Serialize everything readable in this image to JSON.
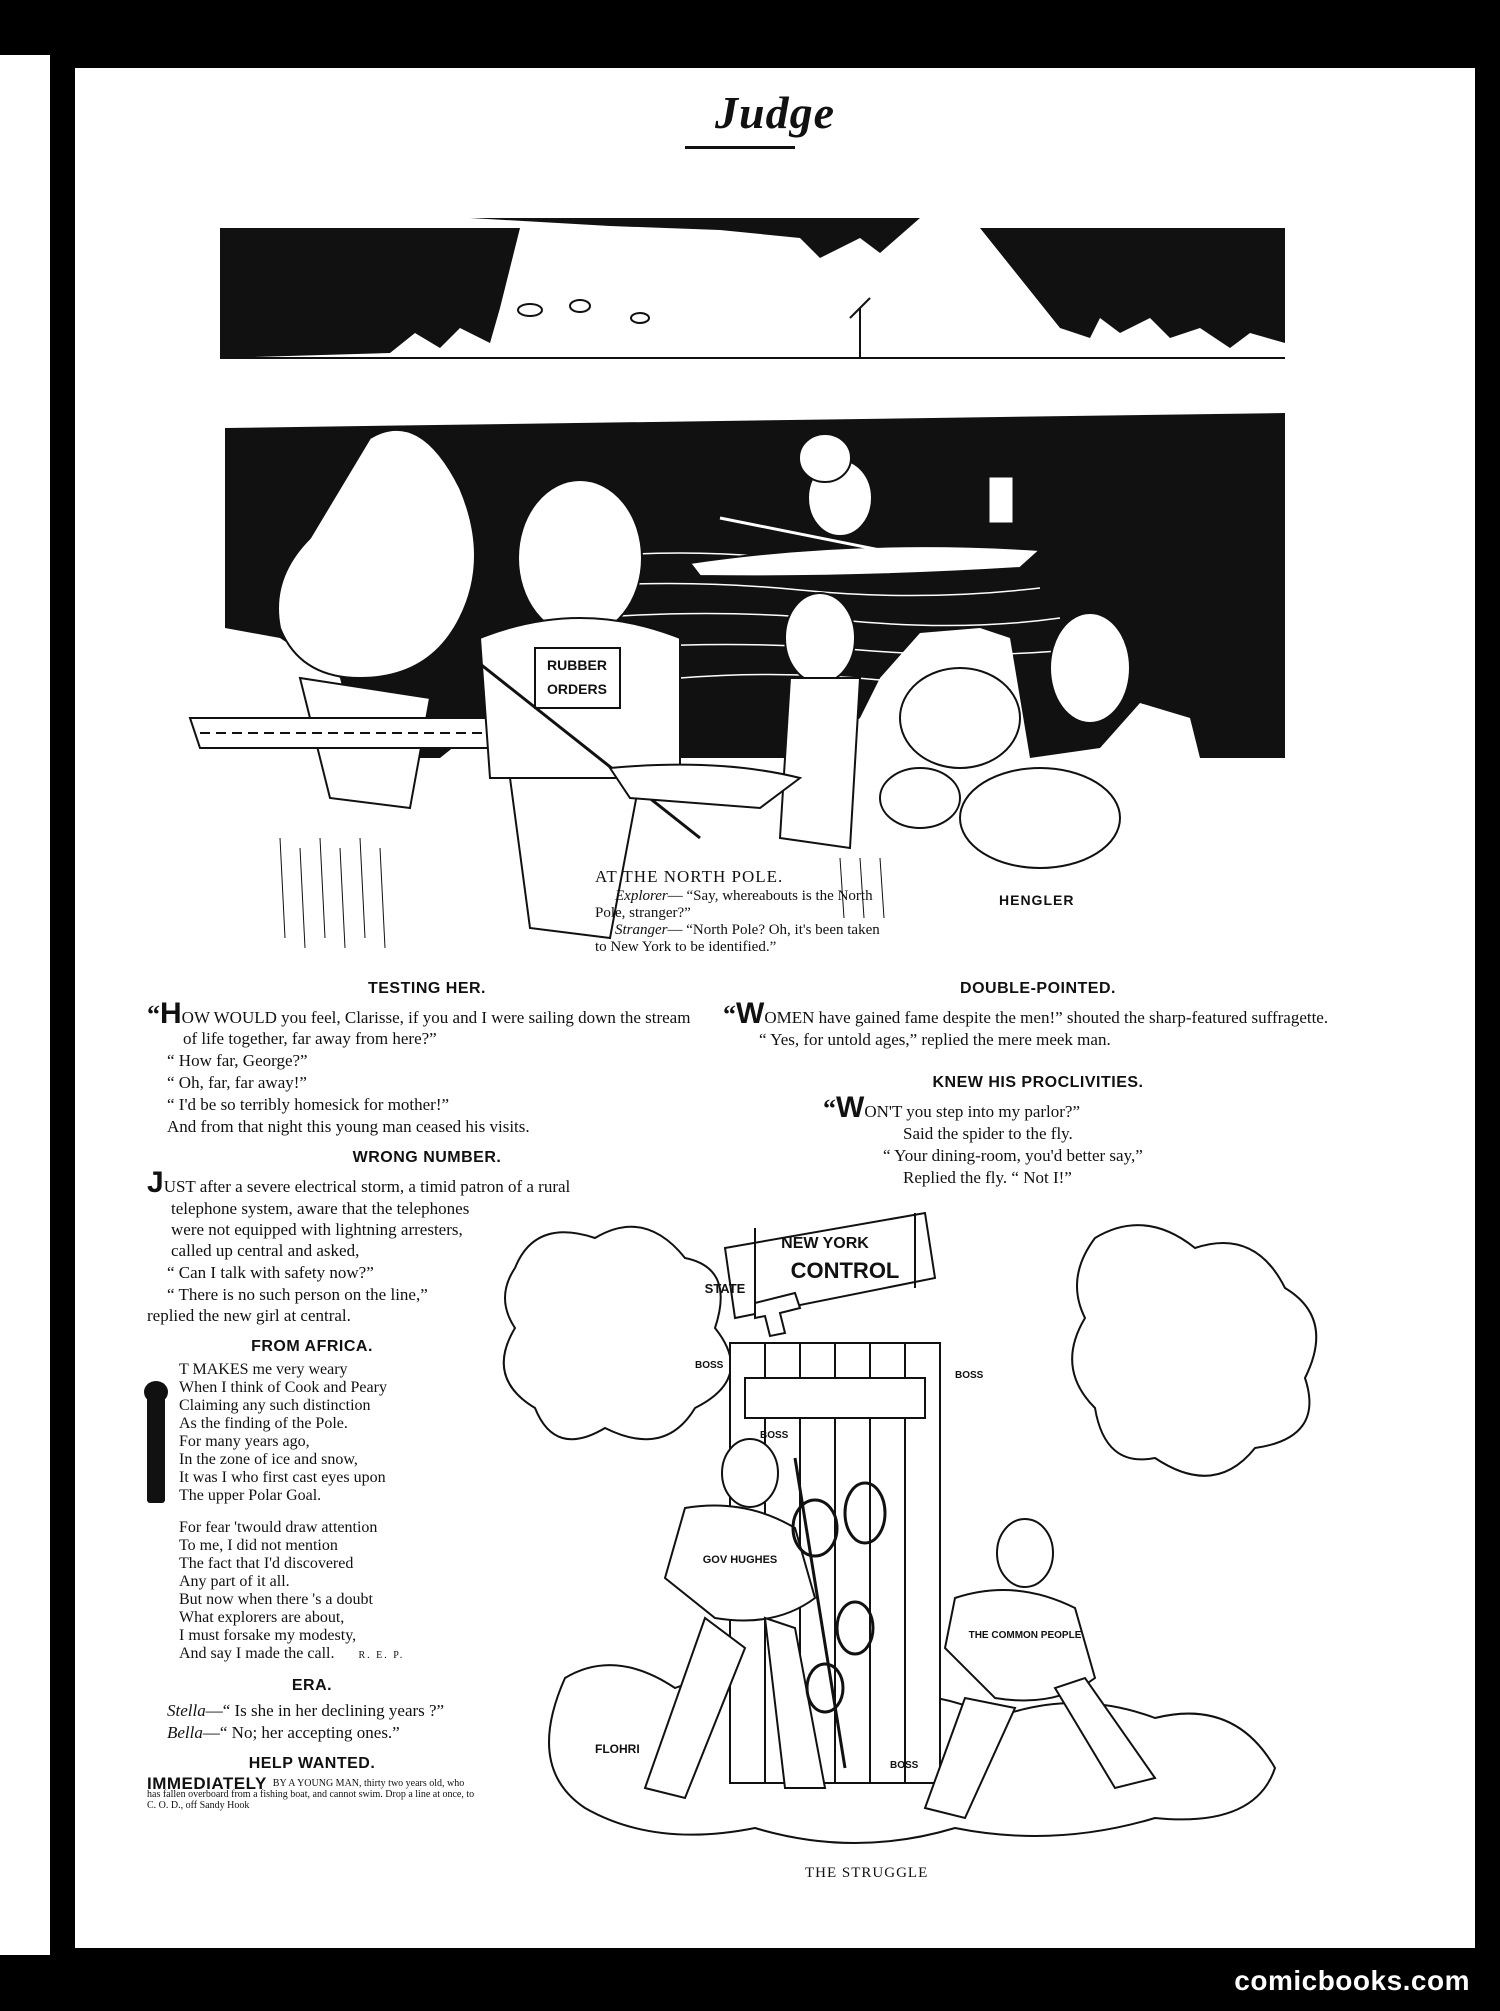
{
  "masthead": "Judge",
  "north_pole": {
    "title": "AT THE NORTH POLE.",
    "line1_speaker": "Explorer",
    "line1_text": "— “Say, whereabouts is the North Pole, stranger?”",
    "line2_speaker": "Stranger",
    "line2_text": "— “North Pole? Oh, it's been taken to New York to be identified.”",
    "signature": "HENGLER",
    "sign_text_1": "RUBBER",
    "sign_text_2": "ORDERS"
  },
  "testing_her": {
    "heading": "TESTING HER.",
    "lead_quote": "“",
    "lead_cap": "H",
    "lead_text": "OW WOULD you feel, Clarisse, if you and I were sailing down the stream of life together, far away from here?”",
    "line2": "“ How far, George?”",
    "line3": "“ Oh, far, far away!”",
    "line4": "“ I'd be so terribly homesick for mother!”",
    "line5": "And from that night this young man ceased his visits."
  },
  "wrong_number": {
    "heading": "WRONG NUMBER.",
    "lead_cap": "J",
    "lead_text": "UST after a severe electrical storm, a timid patron of a rural",
    "body": "telephone system, aware that the telephones were not equipped with lightning arresters, called up central and asked,",
    "q": "“ Can I talk with safety now?”",
    "a": "“ There is no such person on the line,” replied the new girl at central."
  },
  "from_africa": {
    "heading": "FROM AFRICA.",
    "stanza1": [
      "T MAKES me very weary",
      "When I think of Cook and Peary",
      "Claiming any such distinction",
      "As the finding of the Pole.",
      "For many years ago,",
      "In the zone of ice and snow,",
      "It was I who first cast eyes upon",
      "The upper Polar Goal."
    ],
    "stanza2": [
      "For fear 'twould draw attention",
      "To me, I did not mention",
      "The fact that I'd discovered",
      "Any part of it all.",
      "But now when there 's a doubt",
      "What explorers are about,",
      "I must forsake my modesty,",
      "And say I made the call."
    ],
    "initials": "R. E. P."
  },
  "era": {
    "heading": "ERA.",
    "line1_speaker": "Stella",
    "line1_text": "—“ Is she in her declining years ?”",
    "line2_speaker": "Bella",
    "line2_text": "—“ No; her accepting ones.”"
  },
  "help_wanted": {
    "heading": "HELP WANTED.",
    "lead": "IMMEDIATELY",
    "text": "BY A YOUNG MAN, thirty two years old, who has fallen overboard from a fishing boat, and cannot swim. Drop a line at once, to C. O. D., off Sandy Hook"
  },
  "double_pointed": {
    "heading": "DOUBLE-POINTED.",
    "lead_quote": "“",
    "lead_cap": "W",
    "lead_text": "OMEN have gained fame despite the men!” shouted the sharp-featured suffragette.",
    "line2": "“ Yes, for untold ages,” replied the mere meek man."
  },
  "knew_his": {
    "heading": "KNEW HIS PROCLIVITIES.",
    "lead_quote": "“",
    "lead_cap": "W",
    "lead_text": "ON'T you step into my parlor?”",
    "line2": "Said the spider to the fly.",
    "line3": "“ Your dining-room, you'd better say,”",
    "line4": "Replied the fly. “ Not I!”"
  },
  "struggle": {
    "caption": "THE STRUGGLE",
    "sign_top": "NEW YORK",
    "sign_main": "CONTROL",
    "sign_state": "STATE",
    "label_gov": "GOV HUGHES",
    "label_people": "THE COMMON PEOPLE",
    "label_boss": "BOSS",
    "signature": "FLOHRI"
  },
  "watermark": "comicbooks.com"
}
